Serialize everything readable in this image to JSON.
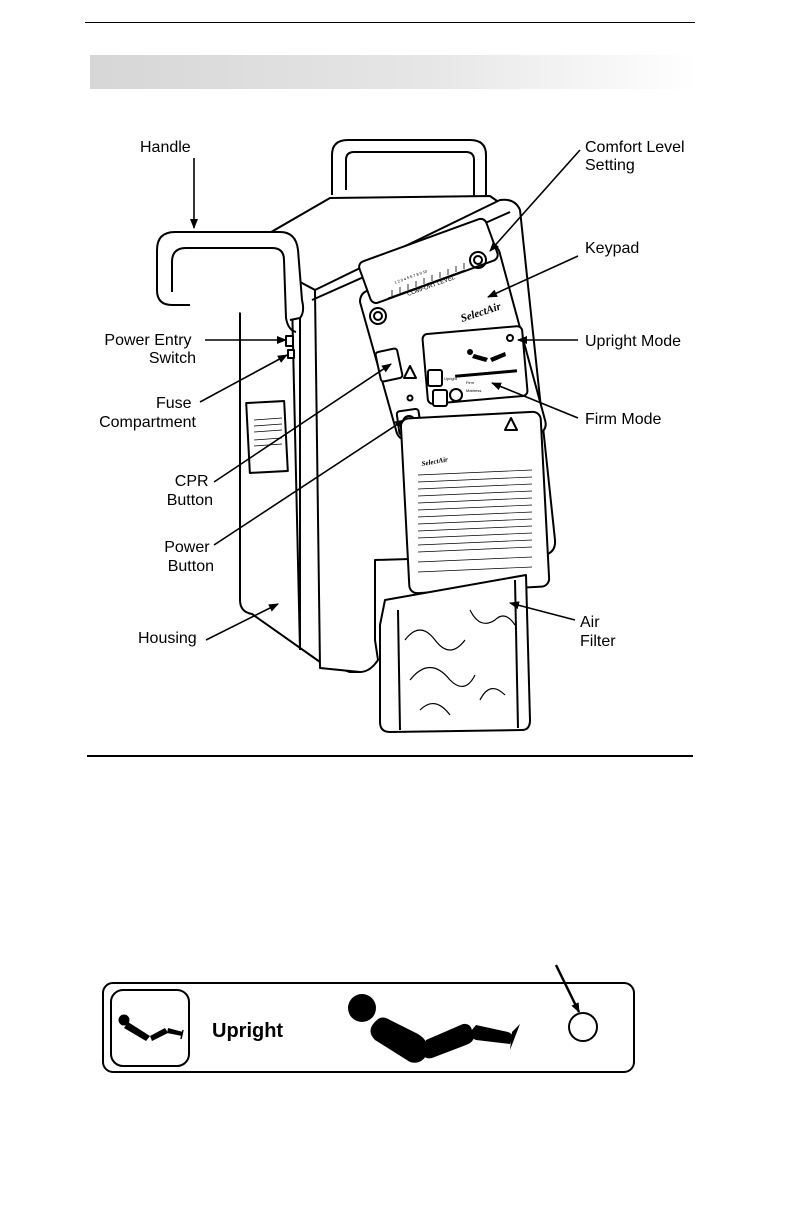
{
  "callouts": {
    "handle": [
      "Handle"
    ],
    "power_entry_switch": [
      "Power Entry",
      "Switch"
    ],
    "fuse_compartment": [
      "Fuse",
      "Compartment"
    ],
    "cpr_button": [
      "CPR",
      "Button"
    ],
    "power_button": [
      "Power",
      "Button"
    ],
    "housing": [
      "Housing"
    ],
    "comfort_level_setting": [
      "Comfort Level",
      "Setting"
    ],
    "keypad": [
      "Keypad"
    ],
    "upright_mode": [
      "Upright Mode"
    ],
    "firm_mode": [
      "Firm Mode"
    ],
    "air_filter": [
      "Air",
      "Filter"
    ]
  },
  "unit_panel": {
    "brand": "SelectAir",
    "comfort_label": "COMFORT LEVEL",
    "scale_numbers": "1 2 3 4 5 6 7 8 9 10",
    "mode_upright": "Upright",
    "mode_firm": "Firm",
    "mode_mattress": "Mattress"
  },
  "upright_panel": {
    "label": "Upright"
  }
}
